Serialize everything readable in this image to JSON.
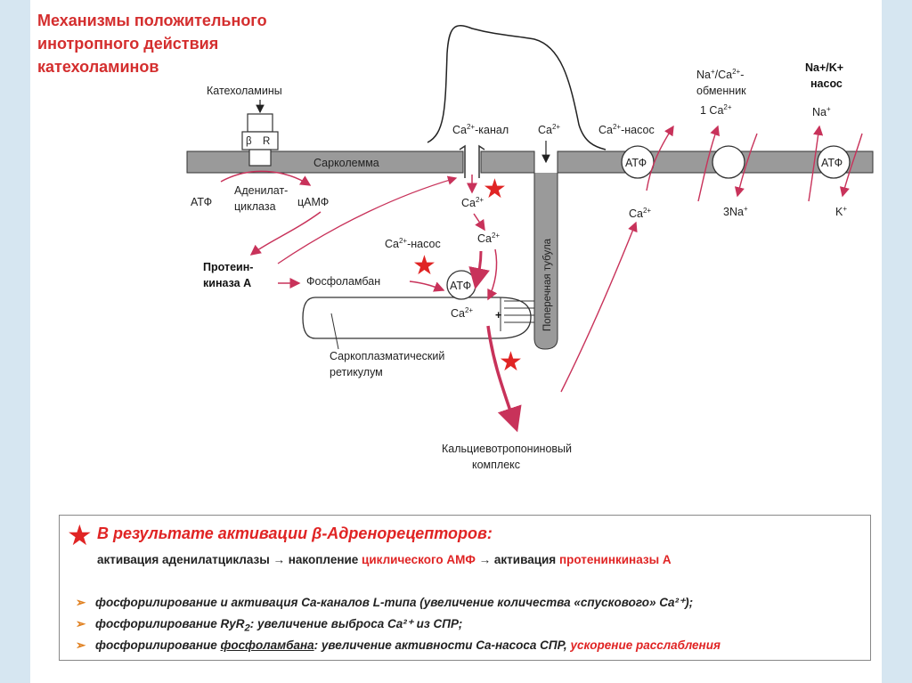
{
  "title": {
    "line1": "Механизмы положительного",
    "line2": "инотропного действия",
    "line3": "катехоламинов"
  },
  "diagram": {
    "catecholamines": "Катехоламины",
    "beta": "β",
    "r": "R",
    "sarcolemma": "Сарколемма",
    "atp": "АТФ",
    "adenylate_1": "Аденилат-",
    "adenylate_2": "циклаза",
    "camp": "цАМФ",
    "pka_1": "Протеин-",
    "pka_2": "киназа А",
    "phospholamban": "Фосфоламбан",
    "ca2_channel": "-канал",
    "ca2_pump": "-насос",
    "ca": "Ca",
    "sup2": "2+",
    "sup_plus": "+",
    "na_label": "Na",
    "exchanger_1": "/Ca",
    "exchanger_2": "-",
    "exchanger_3": "обменник",
    "exchanger_4": "1 Ca",
    "nak_1": "Na+/K+",
    "nak_2": "насос",
    "na_out": "Na",
    "na_in": "3Na",
    "k_in": "K",
    "t_tubule": "Поперечная тубула",
    "sr_1": "Саркоплазматический",
    "sr_2": "ретикулум",
    "troponin_1": "Кальциевотропониновый",
    "troponin_2": "комплекс",
    "plus": "+"
  },
  "summary": {
    "heading": "В результате активации β-Адренорецепторов:",
    "line_a": "активация аденилатциклазы → накопление ",
    "line_b": "циклического АМФ",
    "line_c": " → активация ",
    "line_d": "протенинкиназы А",
    "bullet1": "фосфорилирование и активация Ca-каналов L-типа (увеличение количества «спускового» Ca²⁺);",
    "bullet2_a": "фосфорилирование RyR",
    "bullet2_sub": "2",
    "bullet2_b": ": увеличение  выброса Ca²⁺ из СПР;",
    "bullet3_a": "фосфорилирование ",
    "bullet3_u": "фосфоламбана",
    "bullet3_b": ": увеличение активности Ca-насоса СПР, ",
    "bullet3_c": "ускорение расслабления",
    "bullet_marker": "➢",
    "star": "★"
  },
  "colors": {
    "title_red": "#d42e2e",
    "arrow": "#c8325a",
    "star": "#e02424",
    "membrane": "#9a9a9a",
    "side_panel": "#d6e6f1"
  }
}
